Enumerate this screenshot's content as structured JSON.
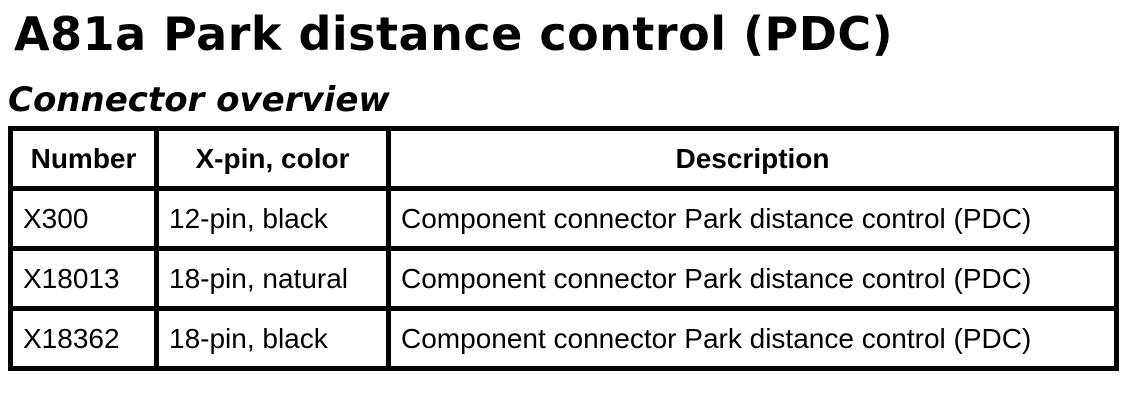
{
  "title": "A81a Park distance control (PDC)",
  "subtitle": "Connector overview",
  "table": {
    "headers": [
      "Number",
      "X-pin, color",
      "Description"
    ],
    "rows": [
      [
        "X300",
        "12-pin, black",
        "Component connector Park distance control (PDC)"
      ],
      [
        "X18013",
        "18-pin, natural",
        "Component connector Park distance control (PDC)"
      ],
      [
        "X18362",
        "18-pin, black",
        "Component connector Park distance control (PDC)"
      ]
    ]
  }
}
